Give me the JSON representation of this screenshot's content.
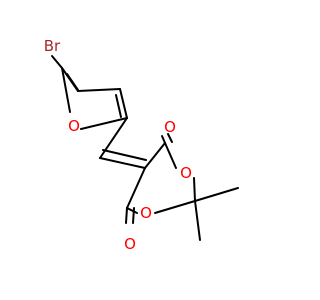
{
  "molecule": {
    "atoms": {
      "br": {
        "symbol": "Br",
        "color": "#a52a2a"
      },
      "o_furan": {
        "symbol": "O",
        "color": "#ff0000"
      },
      "o_carbonyl_top": {
        "symbol": "O",
        "color": "#ff0000"
      },
      "o_ring_upper": {
        "symbol": "O",
        "color": "#ff0000"
      },
      "o_ring_lower": {
        "symbol": "O",
        "color": "#ff0000"
      },
      "o_carbonyl_bottom": {
        "symbol": "O",
        "color": "#ff0000"
      }
    },
    "bond_color": "#000000",
    "background": "#ffffff"
  }
}
